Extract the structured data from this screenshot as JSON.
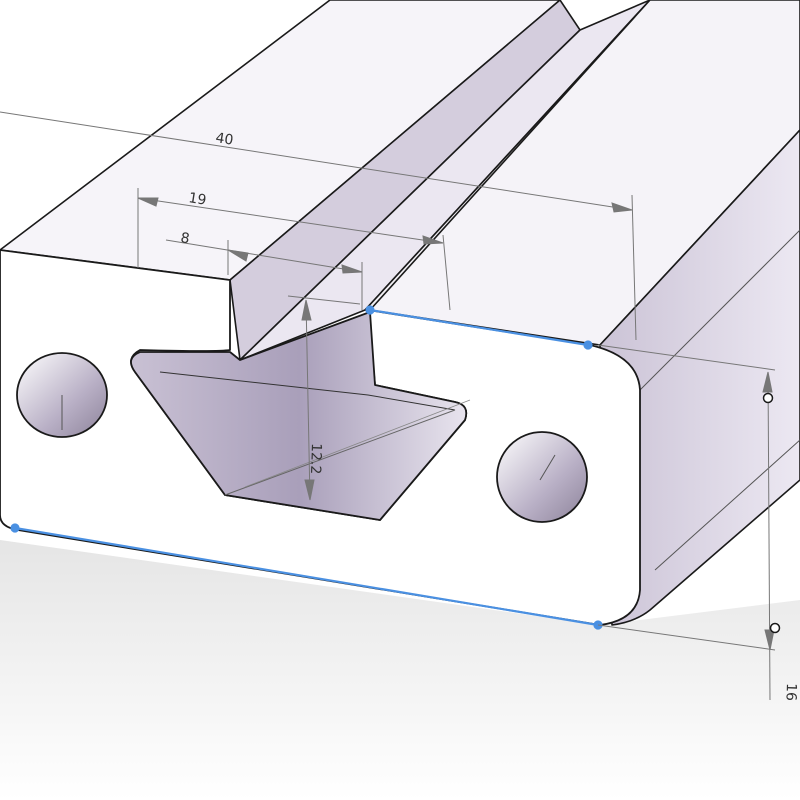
{
  "colors": {
    "background": "#ffffff",
    "edge": "#1a1a1a",
    "face_front": "#ffffff",
    "face_side": "#d9d3e0",
    "face_top": "#f4f2f7",
    "dimension_line": "#777777",
    "selection": "#4a90e2"
  },
  "dimensions": {
    "width_40": "40",
    "width_19": "19",
    "width_8": "8",
    "depth_12_2": "12.2",
    "height_16": "16"
  }
}
